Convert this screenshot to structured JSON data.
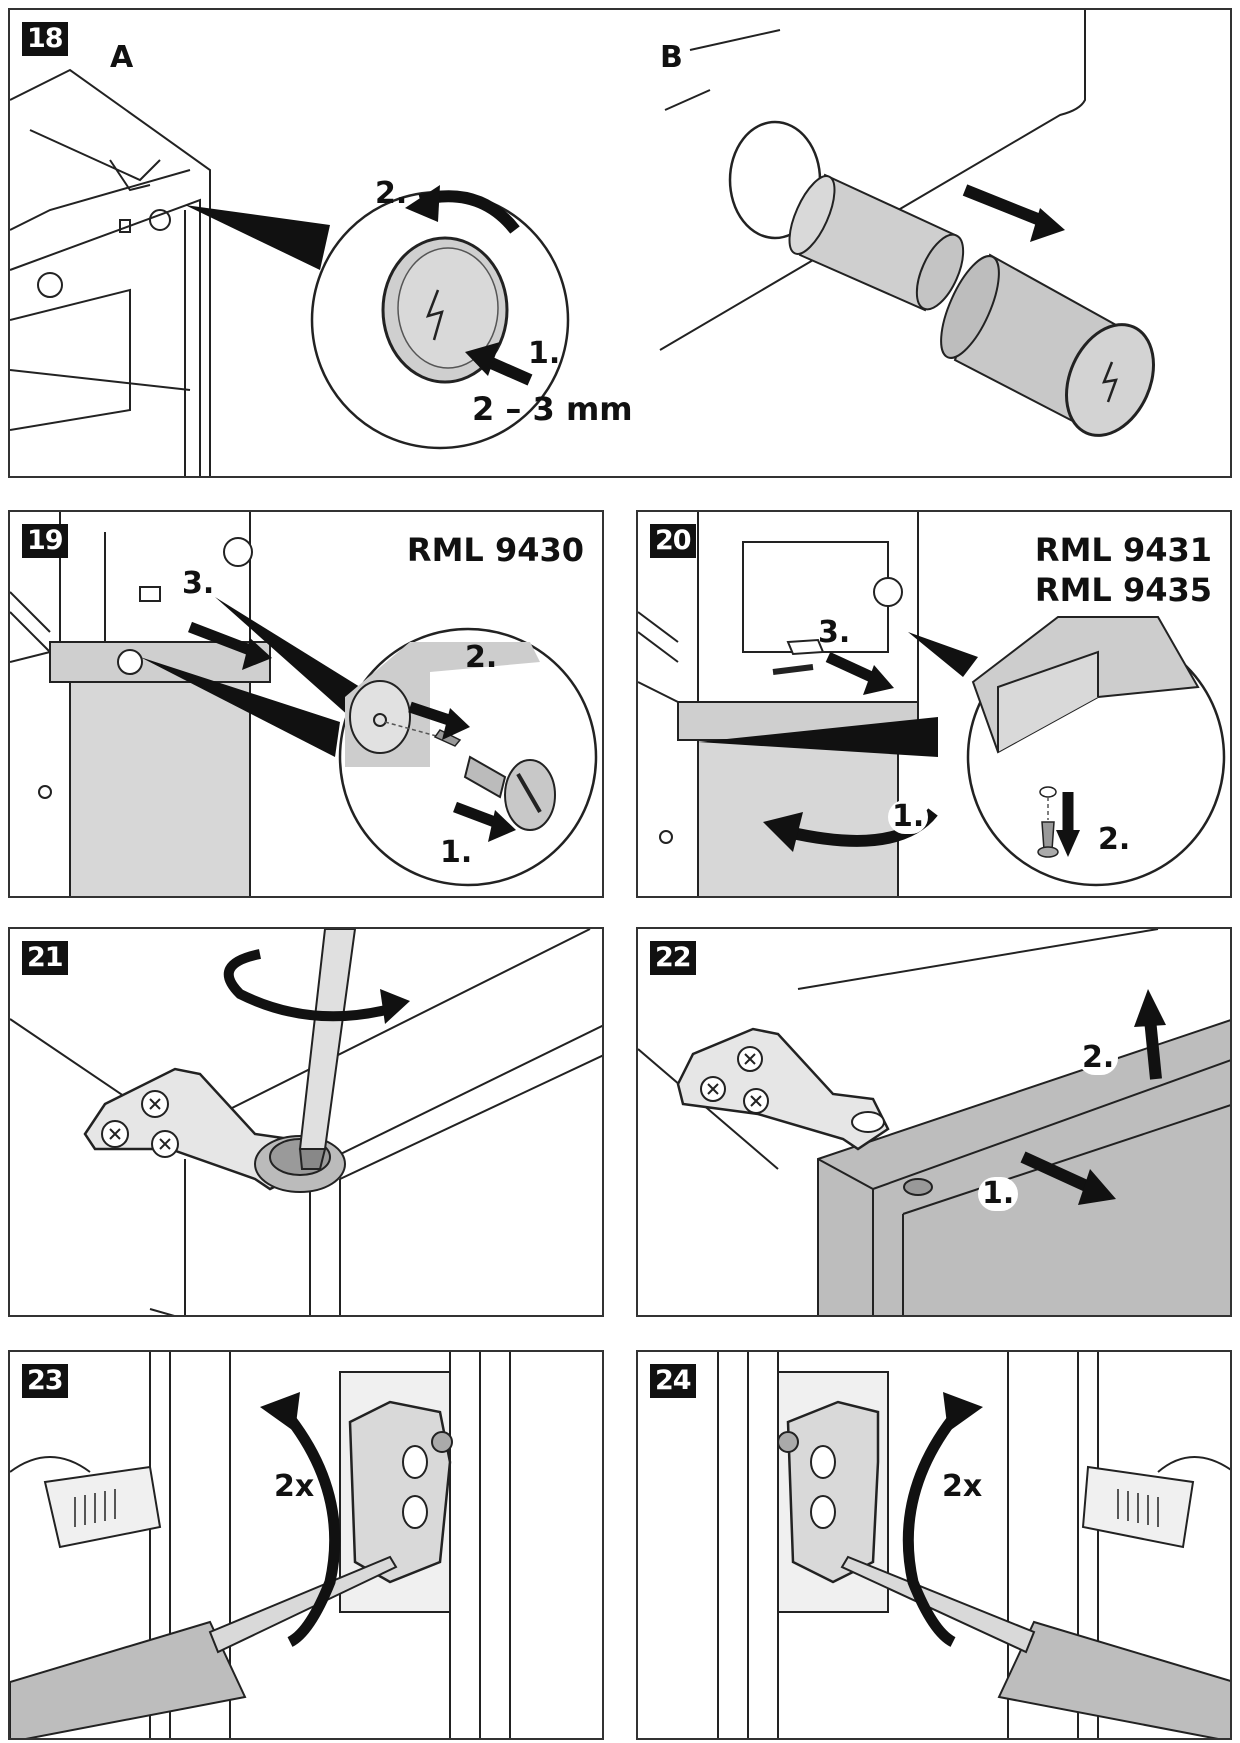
{
  "panels": {
    "p18": {
      "number": "18",
      "label_a": "A",
      "label_b": "B",
      "step1": "1.",
      "step2": "2.",
      "dimension": "2 – 3 mm"
    },
    "p19": {
      "number": "19",
      "model": "RML 9430",
      "step1": "1.",
      "step2": "2.",
      "step3": "3."
    },
    "p20": {
      "number": "20",
      "model_1": "RML 9431",
      "model_2": "RML 9435",
      "step1": "1.",
      "step2": "2.",
      "step3": "3."
    },
    "p21": {
      "number": "21"
    },
    "p22": {
      "number": "22",
      "step1": "1.",
      "step2": "2."
    },
    "p23": {
      "number": "23",
      "repeat": "2x"
    },
    "p24": {
      "number": "24",
      "repeat": "2x"
    }
  },
  "colors": {
    "line": "#222222",
    "panel_fill": "#d3d3d3",
    "door_fill": "#bdbdbd",
    "arrow": "#111111"
  },
  "icons": [
    "bolt-icon",
    "screw-icon",
    "screwdriver-icon",
    "knob-icon",
    "hinge-icon"
  ]
}
